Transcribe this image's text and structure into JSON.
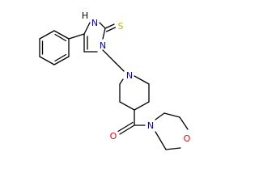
{
  "molecule": {
    "atoms": {
      "s1": "S",
      "nh1": "H",
      "n1": "N",
      "n2": "N",
      "n3": "N",
      "o1": "O",
      "o2": "O"
    },
    "colors": {
      "bond": "#000000",
      "nitrogen": "#0000ff",
      "oxygen": "#ff0000",
      "sulfur": "#b8b800",
      "hydrogen": "#000000"
    }
  }
}
